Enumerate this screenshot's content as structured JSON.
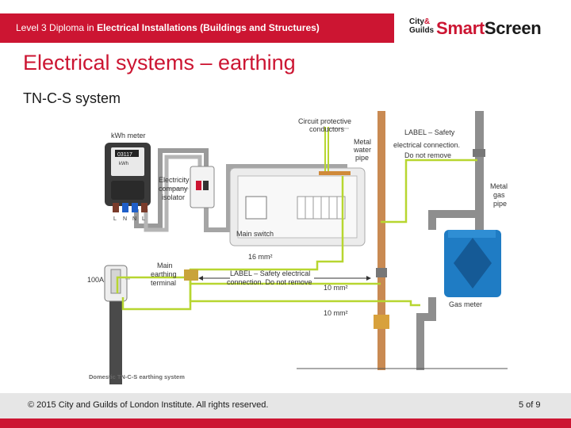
{
  "header": {
    "prefix": "Level 3 Diploma in ",
    "course": "Electrical Installations (Buildings and Structures)"
  },
  "logo": {
    "cg_line1": "City",
    "cg_amp": "&",
    "cg_line2": "Guilds",
    "smart": "Smart",
    "screen": "Screen"
  },
  "slide": {
    "title": "Electrical systems – earthing",
    "subtitle": "TN-C-S system"
  },
  "diagram": {
    "labels": {
      "kwh_meter": "kWh meter",
      "meter_reading": "03117",
      "meter_unit": "kWh",
      "isolator_1": "Electricity",
      "isolator_2": "company",
      "isolator_3": "isolator",
      "cpc_1": "Circuit protective",
      "cpc_2": "conductors",
      "water_1": "Metal",
      "water_2": "water",
      "water_3": "pipe",
      "label_top_1": "LABEL – Safety",
      "label_top_2": "electrical connection.",
      "label_top_3": "Do not remove",
      "gas_1": "Metal",
      "gas_2": "gas",
      "gas_3": "pipe",
      "main_switch": "Main switch",
      "size_16": "16 mm²",
      "met_1": "Main",
      "met_2": "earthing",
      "met_3": "terminal",
      "label_mid_1": "LABEL – Safety electrical",
      "label_mid_2": "connection. Do not remove",
      "size_10a": "10 mm²",
      "size_10b": "10 mm²",
      "fuse_100a": "100A",
      "gas_meter": "Gas meter",
      "terminal_l1": "L",
      "terminal_n1": "N",
      "terminal_n2": "N",
      "terminal_l2": "L",
      "caption": "Domestic TN-C-S earthing system"
    }
  },
  "footer": {
    "copyright": "© 2015 City and Guilds of London Institute. All rights reserved.",
    "page": "5 of 9"
  },
  "colors": {
    "brand_red": "#cc1532",
    "earth_green": "#b7d630",
    "copper": "#c98a52",
    "gas_blue": "#1f7cc4"
  }
}
